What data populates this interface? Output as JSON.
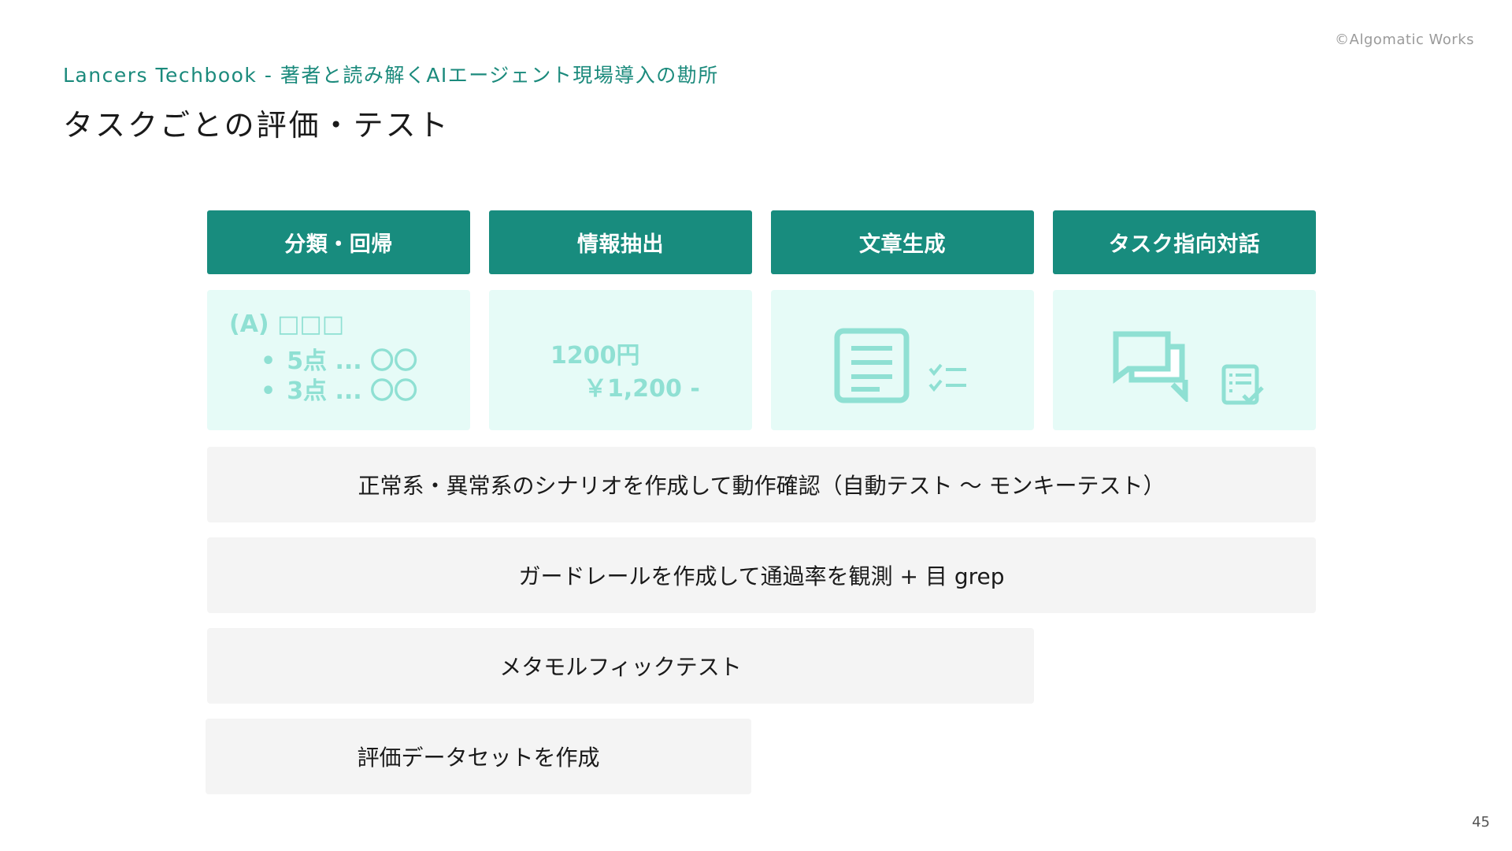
{
  "header": {
    "copyright": "©Algomatic Works",
    "subtitle": "Lancers Techbook - 著者と読み解くAIエージェント現場導入の勘所",
    "title": "タスクごとの評価・テスト"
  },
  "columns": [
    {
      "label": "分類・回帰"
    },
    {
      "label": "情報抽出"
    },
    {
      "label": "文章生成"
    },
    {
      "label": "タスク指向対話"
    }
  ],
  "cards": {
    "classification": {
      "title": "(A) □□□",
      "items": [
        "5点 ... 〇〇",
        "3点 ... 〇〇"
      ]
    },
    "extraction": {
      "line1": "1200円",
      "line2": "￥1,200 -"
    },
    "generation": {
      "icons": [
        "document-icon",
        "checklist-icon"
      ]
    },
    "dialogue": {
      "icons": [
        "chat-bubbles-icon",
        "form-check-icon"
      ]
    }
  },
  "rows": [
    {
      "label": "正常系・異常系のシナリオを作成して動作確認（自動テスト 〜 モンキーテスト）"
    },
    {
      "label": "ガードレールを作成して通過率を観測 + 目 grep"
    },
    {
      "label": "メタモルフィックテスト"
    },
    {
      "label": "評価データセットを作成"
    }
  ],
  "page_number": "45",
  "colors": {
    "accent": "#188c7e",
    "card_bg": "#e6fbf7",
    "card_text": "#8fe0d3",
    "row_bg": "#f4f4f4"
  }
}
